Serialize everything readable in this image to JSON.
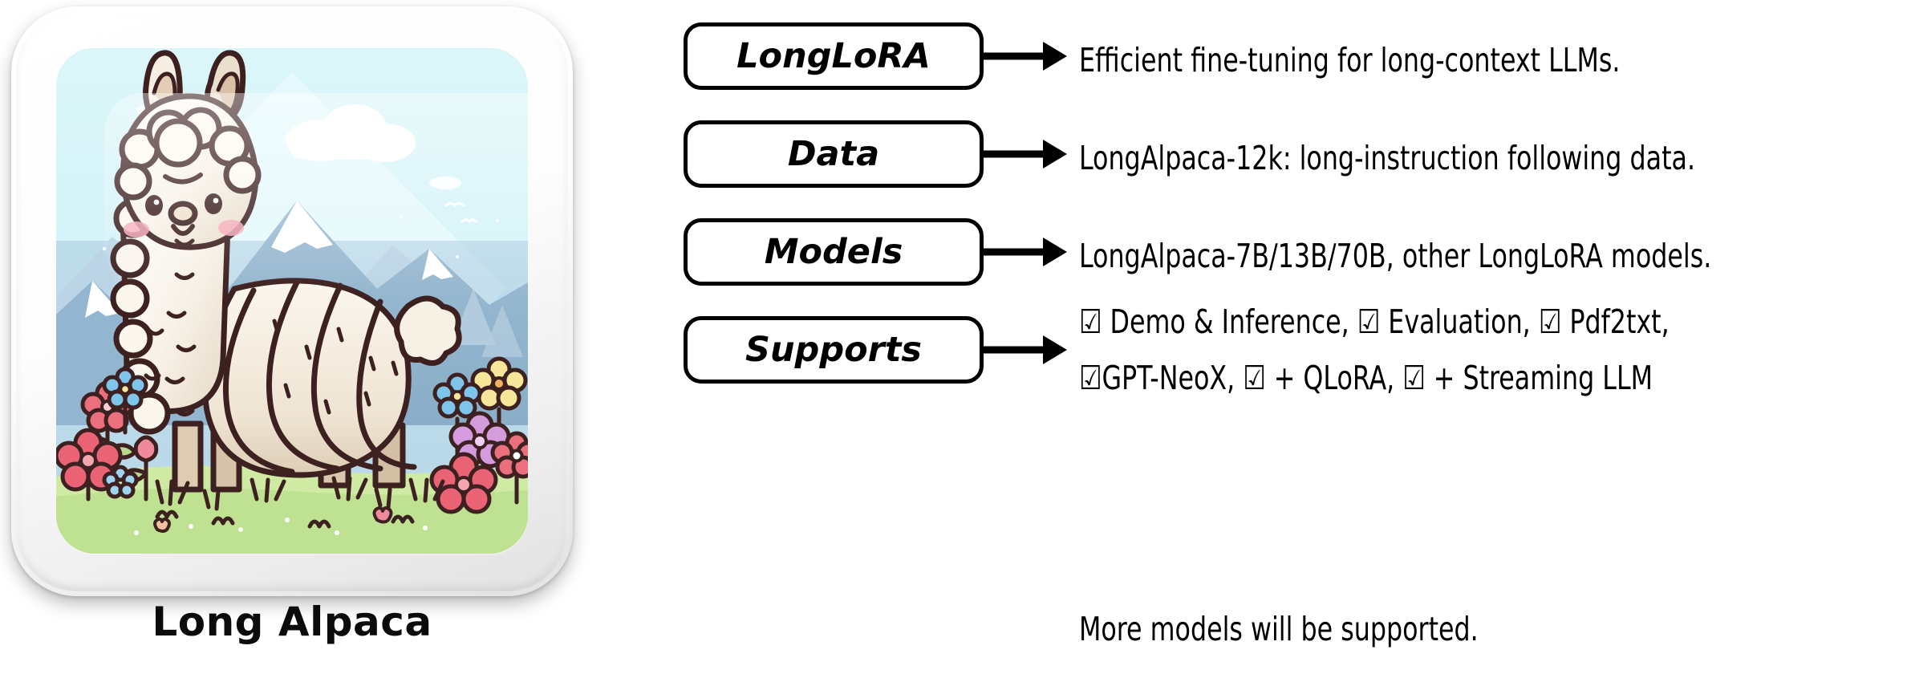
{
  "figure": {
    "caption": "Long Alpaca",
    "artwork_name": "cute-alpaca-illustration",
    "colors": {
      "sky": "#d8f5f8",
      "sky_deep": "#bfe2ef",
      "mountain_near": "#8fb3cd",
      "mountain_far": "#b9d3e4",
      "snow": "#ffffff",
      "grass": "#ccea9f",
      "grass_dark": "#a9d87f",
      "fleece": "#fbf7f0",
      "fleece_shadow": "#e8ddcc",
      "outline": "#3d2020",
      "cheek": "#f4a9b8",
      "flower_red": "#ec6f7e",
      "flower_pink": "#e58aa5",
      "flower_blue": "#7fc4ea",
      "flower_yellow": "#f7e59a",
      "flower_purple": "#d49bdd",
      "leaf": "#b7d88f",
      "card_frame": "#fdfdfd",
      "card_edge": "#e2e2e2"
    }
  },
  "flow": {
    "rows": [
      {
        "label": "LongLoRA",
        "arrow": "right-arrow",
        "description": "Efficient fine-tuning for long-context LLMs.",
        "multiline": false
      },
      {
        "label": "Data",
        "arrow": "right-arrow",
        "description": "LongAlpaca-12k: long-instruction following data.",
        "multiline": false
      },
      {
        "label": "Models",
        "arrow": "right-arrow",
        "description": "LongAlpaca-7B/13B/70B, other LongLoRA models.",
        "multiline": false
      },
      {
        "label": "Supports",
        "arrow": "right-arrow",
        "description": "☑ Demo & Inference, ☑ Evaluation, ☑ Pdf2txt, ☑GPT-NeoX, ☑ + QLoRA, ☑ + Streaming LLM",
        "line1": "☑ Demo & Inference, ☑ Evaluation, ☑ Pdf2txt,",
        "line2": "☑GPT-NeoX, ☑ + QLoRA, ☑ + Streaming LLM",
        "multiline": true
      }
    ],
    "footnote": "More models will be supported."
  }
}
